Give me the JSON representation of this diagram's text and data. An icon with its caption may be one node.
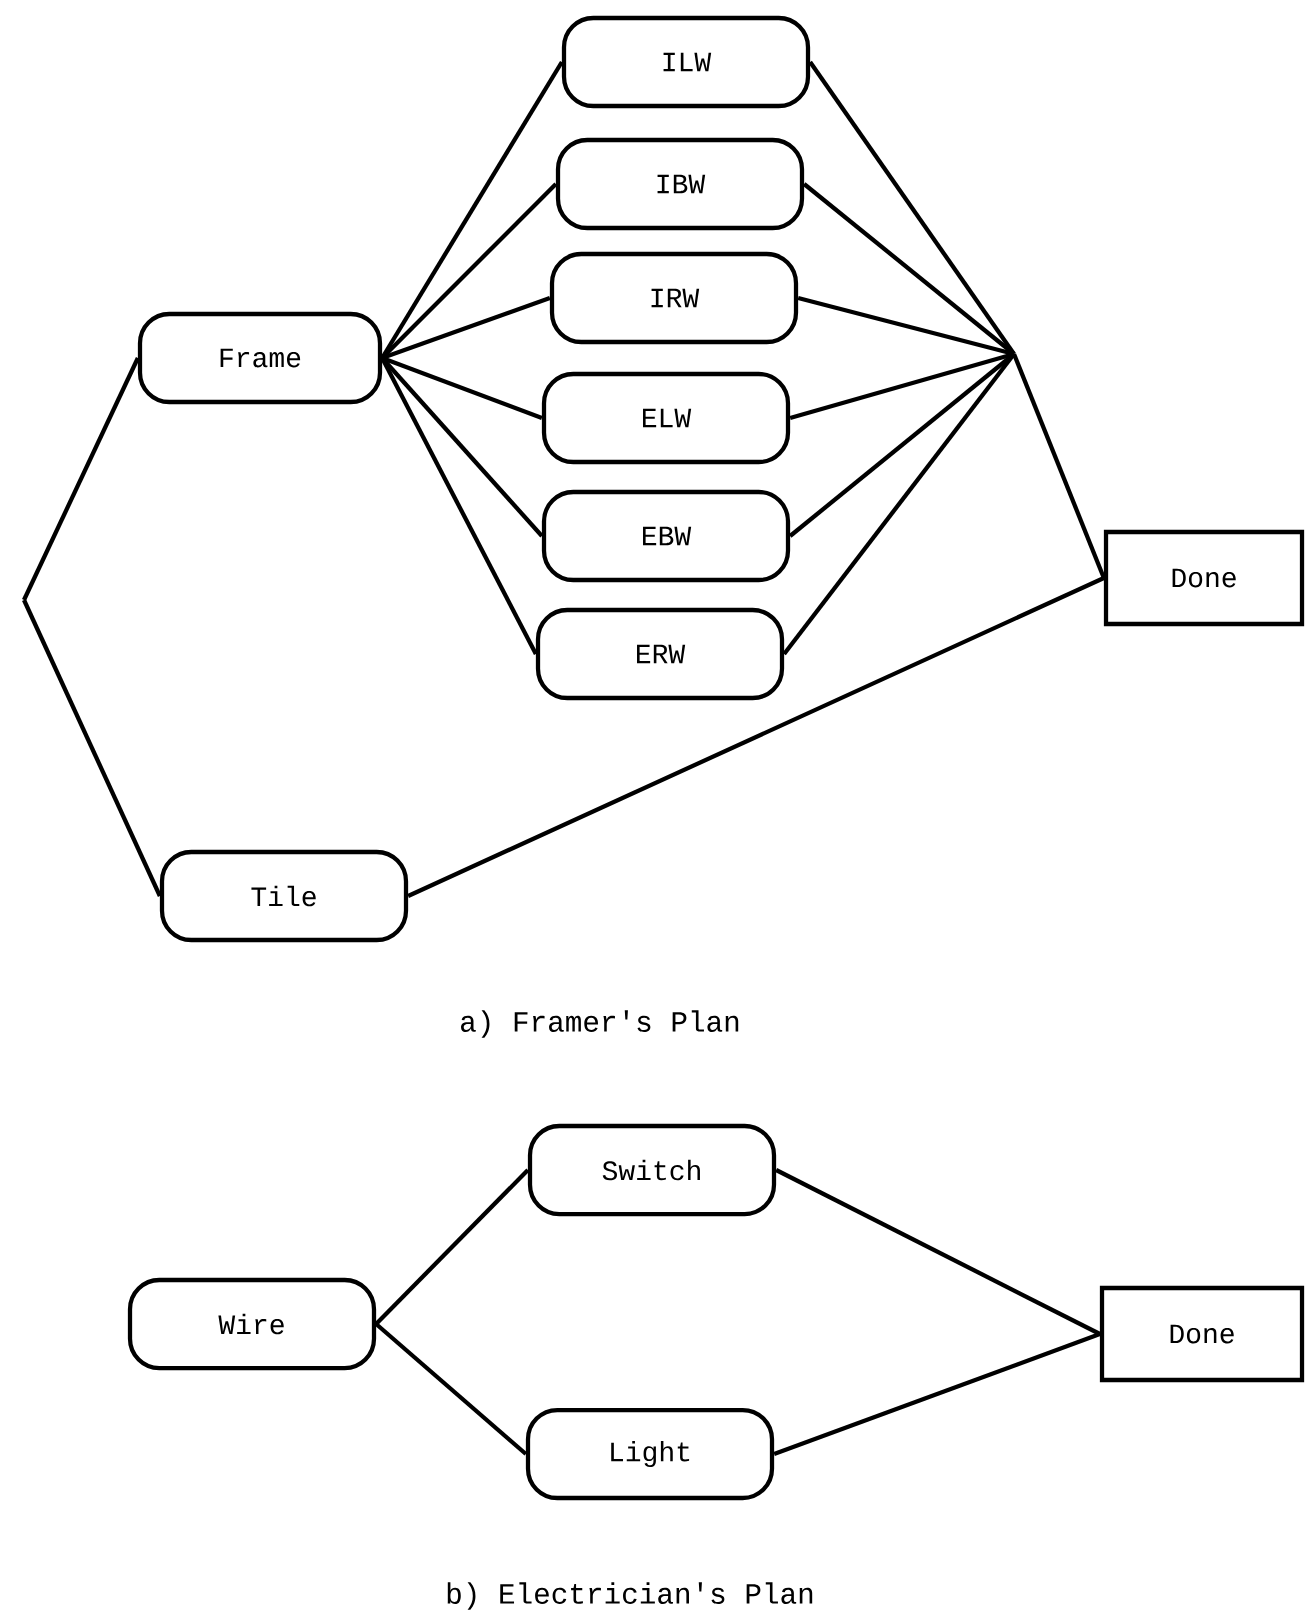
{
  "diagram": {
    "nodes": [
      {
        "text": [
          "Frame"
        ]
      },
      {
        "text": [
          "ILW"
        ]
      },
      {
        "text": [
          "IBW"
        ]
      },
      {
        "text": [
          "IRW"
        ]
      },
      {
        "text": [
          "ELW"
        ]
      },
      {
        "text": [
          "EBW"
        ]
      },
      {
        "text": [
          "ERW"
        ]
      },
      {
        "text": [
          "Done"
        ]
      },
      {
        "text": [
          "Tile"
        ]
      },
      {
        "text": [
          "Wire"
        ]
      },
      {
        "text": [
          "Switch"
        ]
      },
      {
        "text": [
          "Light"
        ]
      },
      {
        "text": [
          "Done"
        ]
      }
    ],
    "edges": [
      {
        "from": null,
        "to": 0,
        "arrow": "none"
      },
      {
        "from": null,
        "to": 8,
        "arrow": "none"
      },
      {
        "from": 0,
        "to": 1,
        "arrow": "none"
      },
      {
        "from": 0,
        "to": 2,
        "arrow": "none"
      },
      {
        "from": 0,
        "to": 3,
        "arrow": "none"
      },
      {
        "from": 0,
        "to": 4,
        "arrow": "none"
      },
      {
        "from": 0,
        "to": 5,
        "arrow": "none"
      },
      {
        "from": 0,
        "to": 6,
        "arrow": "none"
      },
      {
        "from": 1,
        "to": 7,
        "arrow": "none"
      },
      {
        "from": 2,
        "to": 7,
        "arrow": "none"
      },
      {
        "from": 3,
        "to": 7,
        "arrow": "none"
      },
      {
        "from": 4,
        "to": 7,
        "arrow": "none"
      },
      {
        "from": 5,
        "to": 7,
        "arrow": "none"
      },
      {
        "from": 6,
        "to": 7,
        "arrow": "none"
      },
      {
        "from": 8,
        "to": 7,
        "arrow": "none"
      },
      {
        "from": 9,
        "to": 10,
        "arrow": "none"
      },
      {
        "from": 9,
        "to": 11,
        "arrow": "none"
      },
      {
        "from": 10,
        "to": 12,
        "arrow": "none"
      },
      {
        "from": 11,
        "to": 12,
        "arrow": "none"
      }
    ],
    "labels": [
      "a) Framer's Plan",
      "b) Electrician's Plan"
    ]
  }
}
